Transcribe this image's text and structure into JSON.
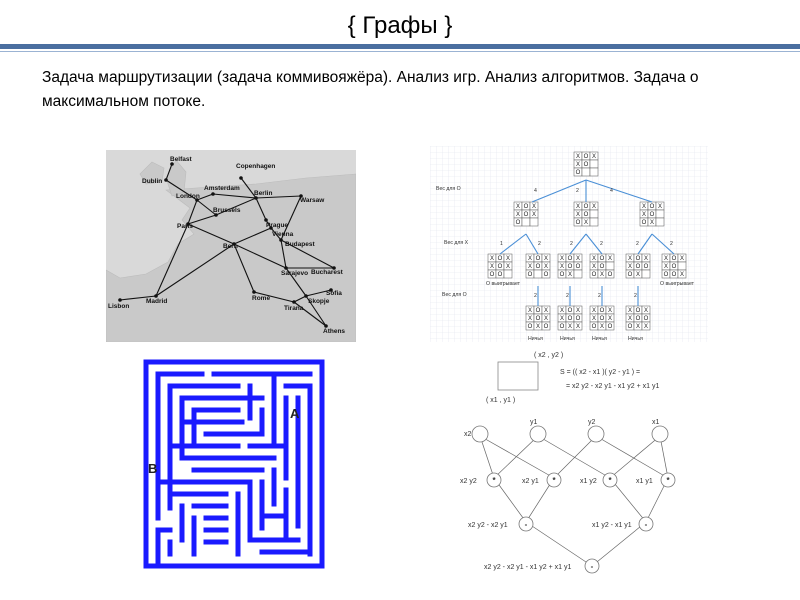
{
  "slide": {
    "title": "{ Графы }",
    "text": "Задача маршрутизации (задача коммивояжёра). Анализ игр. Анализ алгоритмов. Задача о максимальном потоке."
  },
  "map": {
    "cities": [
      "Belfast",
      "Dublin",
      "Copenhagen",
      "Amsterdam",
      "London",
      "Berlin",
      "Warsaw",
      "Brussels",
      "Paris",
      "Prague",
      "Vienna",
      "Budapest",
      "Bern",
      "Bucharest",
      "Sarajevo",
      "Sofia",
      "Rome",
      "Madrid",
      "Lisbon",
      "Skopje",
      "Tirana",
      "Athens"
    ]
  },
  "game": {
    "row_labels": [
      "Вес для O",
      "Вес для X",
      "Вес для O"
    ],
    "weights_l1": [
      "4",
      "2",
      "4"
    ],
    "weights_l2": [
      "1",
      "2",
      "2",
      "2",
      "2",
      "2"
    ],
    "weights_l3": [
      "2",
      "2",
      "2",
      "2"
    ],
    "o_wins": "О выигрывает",
    "draw": "Ничья"
  },
  "maze": {
    "label_a": "A",
    "label_b": "B"
  },
  "area": {
    "p2": "( x2 , y2 )",
    "p1": "( x1 , y1 )",
    "formula1": "S = (( x2 - x1 )( y2 - y1 ) =",
    "formula2": "= x2 y2 - x2 y1 - x1 y2 + x1 y1",
    "inputs": [
      "x2",
      "y1",
      "y2",
      "x1"
    ],
    "products": [
      "x2 y2",
      "x2 y1",
      "x1 y2",
      "x1 y1"
    ],
    "product_op": "*",
    "diff_op": "-",
    "diff1": "x2 y2 - x2 y1",
    "diff2": "x1 y2 - x1 y1",
    "result": "x2 y2 - x2 y1 - x1 y2 + x1 y1"
  }
}
